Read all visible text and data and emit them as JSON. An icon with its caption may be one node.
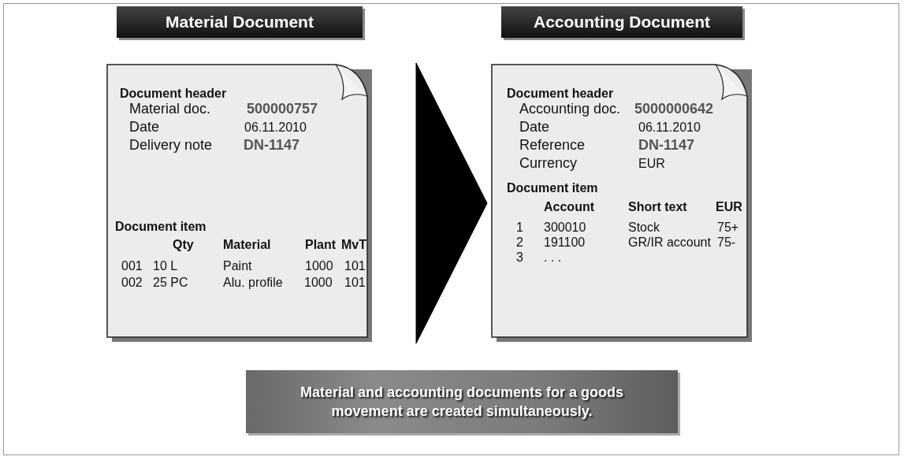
{
  "diagram": {
    "nodes": [
      {
        "text": [
          "Material Document",
          "Document header",
          "Material doc.",
          "500000757",
          "Date",
          "06.11.2010",
          "Delivery note",
          "DN-1147",
          "Document item",
          "Qty",
          "Material",
          "Plant",
          "MvT",
          "001",
          "10 L",
          "Paint",
          "1000",
          "101",
          "002",
          "25 PC",
          "Alu. profile",
          "1000",
          "101"
        ]
      },
      {
        "text": [
          "Accounting Document",
          "Document header",
          "Accounting doc.",
          "5000000642",
          "Date",
          "06.11.2010",
          "Reference",
          "DN-1147",
          "Currency",
          "EUR",
          "Document item",
          "Account",
          "Short text",
          "EUR",
          "1",
          "300010",
          "Stock",
          "75+",
          "2",
          "191100",
          "GR/IR account",
          "75-",
          "3",
          ". . ."
        ]
      },
      {
        "text": [
          "Material and accounting documents for a goods movement are created simultaneously."
        ]
      }
    ],
    "edges": [
      {
        "from": 0,
        "to": 1,
        "arrow": "to"
      }
    ]
  }
}
